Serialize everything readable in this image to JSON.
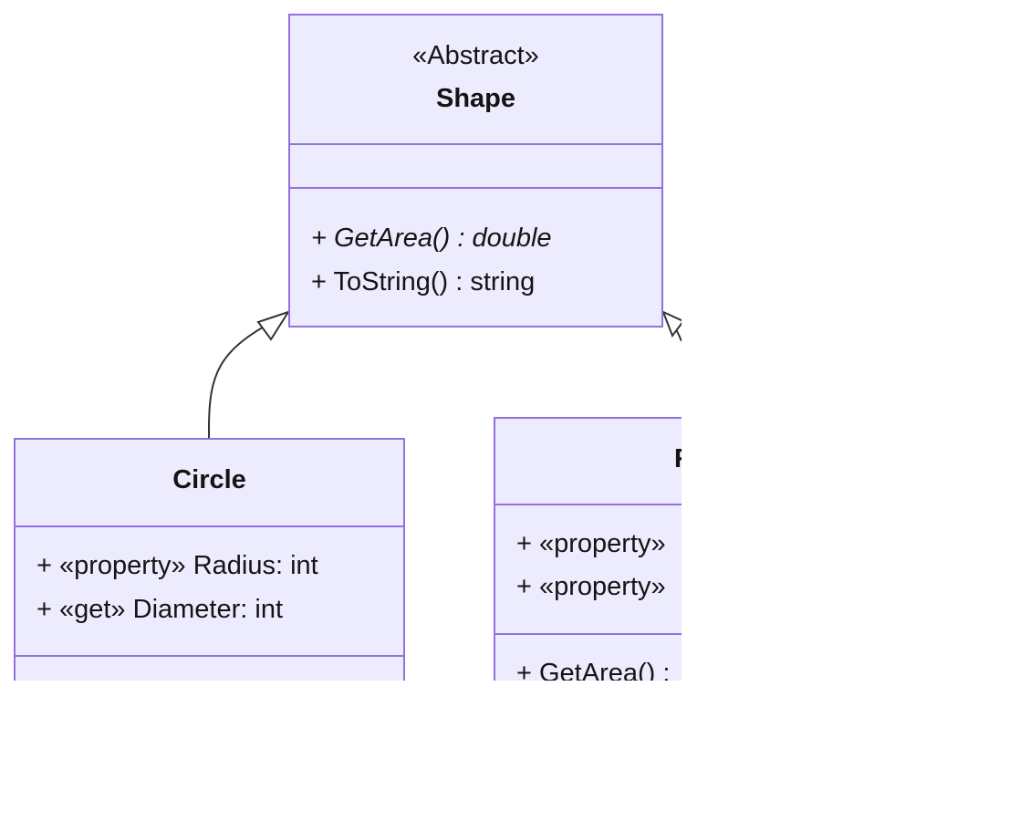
{
  "diagram": {
    "type": "uml-class",
    "palette": {
      "fill": "#ececfe",
      "border": "#9470db",
      "edge": "#333333",
      "text": "#141414"
    },
    "classes": {
      "shape": {
        "stereotype": "«Abstract»",
        "name": "Shape",
        "attributes": [],
        "methods": [
          {
            "text": "+ GetArea() : double",
            "abstract": true
          },
          {
            "text": "+ ToString() : string",
            "abstract": false
          }
        ]
      },
      "circle": {
        "name": "Circle",
        "attributes": [
          {
            "text": "+ «property» Radius: int"
          },
          {
            "text": "+ «get» Diameter: int"
          }
        ],
        "methods": []
      },
      "partial": {
        "name": "R",
        "attributes": [
          {
            "text": "+ «property»"
          },
          {
            "text": "+ «property»"
          }
        ],
        "methods": [
          {
            "text": "+ GetArea() :"
          }
        ]
      }
    },
    "relations": [
      {
        "type": "inheritance",
        "from": "Circle",
        "to": "Shape"
      },
      {
        "type": "inheritance",
        "from": "R",
        "to": "Shape"
      }
    ]
  }
}
